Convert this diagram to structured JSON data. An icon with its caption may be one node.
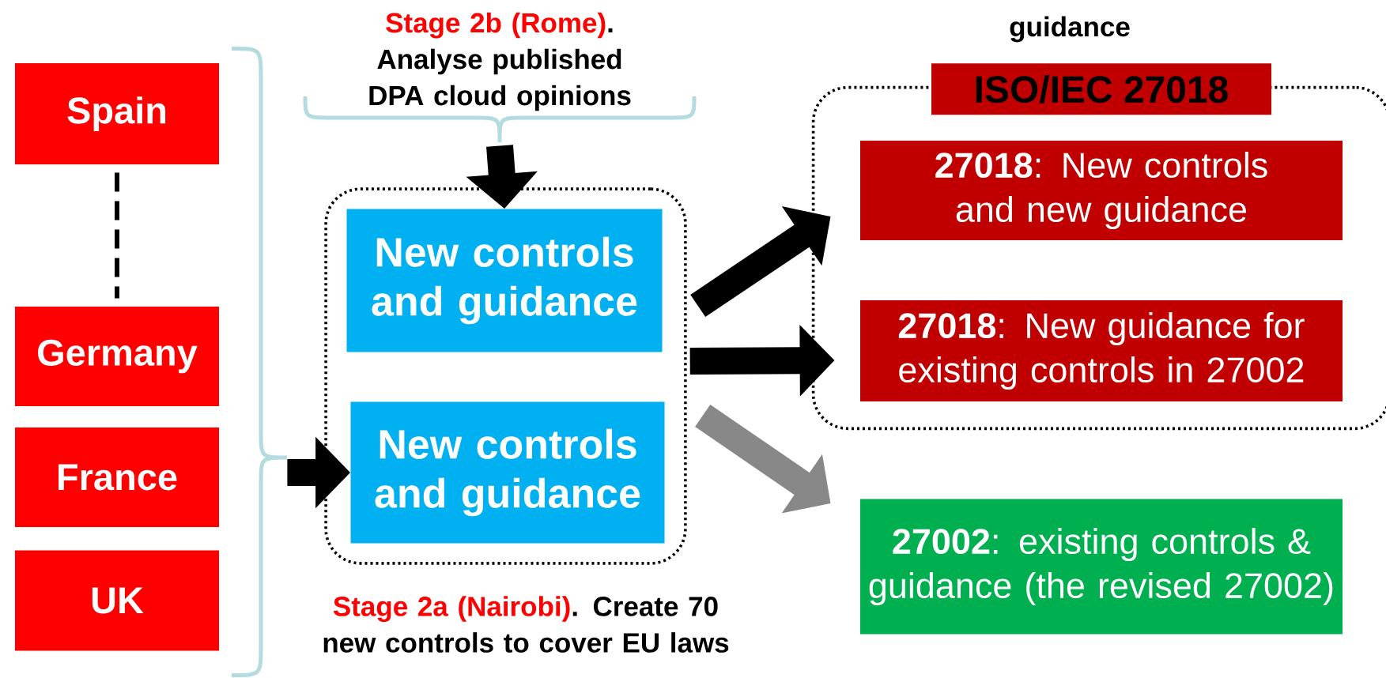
{
  "diagram": {
    "nodes": [
      {
        "text": [
          "Spain"
        ]
      },
      {
        "text": [
          "Germany"
        ]
      },
      {
        "text": [
          "France"
        ]
      },
      {
        "text": [
          "UK"
        ]
      },
      {
        "text": [],
        "shape": "box"
      },
      {
        "text": [
          "New controls and guidance"
        ],
        "in": 4
      },
      {
        "text": [
          "New controls and guidance"
        ],
        "in": 4
      },
      {
        "text": [
          "ISO/IEC 27018"
        ]
      },
      {
        "text": [
          "**27018**: New controls and new guidance"
        ],
        "in": 7
      },
      {
        "text": [
          "**27018**: New guidance for existing controls in 27002"
        ],
        "in": 7
      },
      {
        "text": [
          "**27002**: existing controls & guidance (the revised 27002)"
        ]
      },
      {
        "text": [],
        "shape": "brace"
      },
      {
        "text": [],
        "shape": "brace"
      }
    ],
    "edges": [
      {
        "from": 0,
        "to": 1,
        "arrow": "none",
        "style": "dashed"
      },
      {
        "from": 12,
        "to": 5,
        "arrow": "to"
      },
      {
        "from": 11,
        "to": 6,
        "arrow": "to"
      },
      {
        "from": 4,
        "to": 8,
        "arrow": "to"
      },
      {
        "from": 4,
        "to": 9,
        "arrow": "to"
      },
      {
        "from": 4,
        "to": 10,
        "arrow": "to",
        "color": "#888888"
      }
    ],
    "labels": [
      "guidance",
      "Stage 2b (Rome)",
      ". Analyse published DPA cloud opinions",
      "Stage 2a (Nairobi)",
      ". Create 70 new controls to cover EU laws"
    ]
  }
}
